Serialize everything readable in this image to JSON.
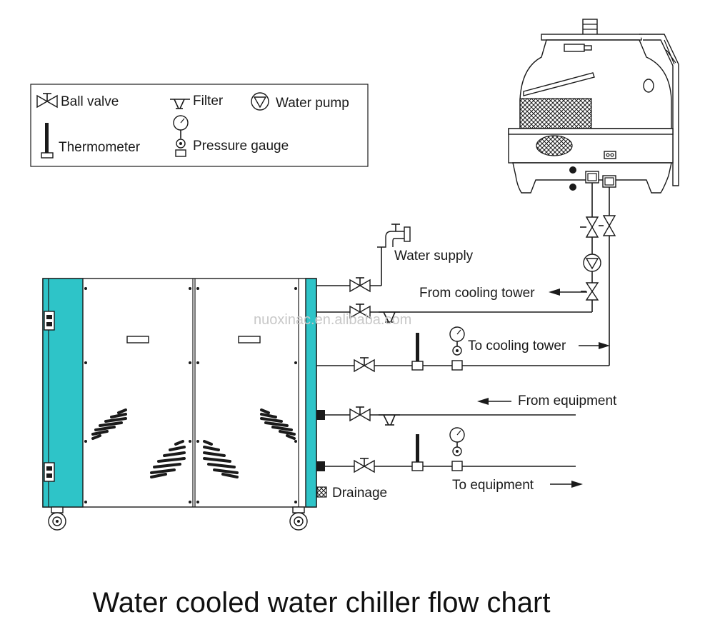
{
  "legend": {
    "ball_valve": "Ball valve",
    "filter": "Filter",
    "water_pump": "Water pump",
    "thermometer": "Thermometer",
    "pressure_gauge": "Pressure gauge"
  },
  "labels": {
    "water_supply": "Water supply",
    "from_cooling_tower": "From cooling tower",
    "to_cooling_tower": "To cooling tower",
    "from_equipment": "From equipment",
    "to_equipment": "To equipment",
    "drainage": "Drainage"
  },
  "watermark": "nuoxinac.en.alibaba.com",
  "title": "Water cooled water chiller flow chart",
  "colors": {
    "panel_accent": "#2ec4c8",
    "line": "#1a1a1a",
    "watermark": "#c8c8c8"
  }
}
